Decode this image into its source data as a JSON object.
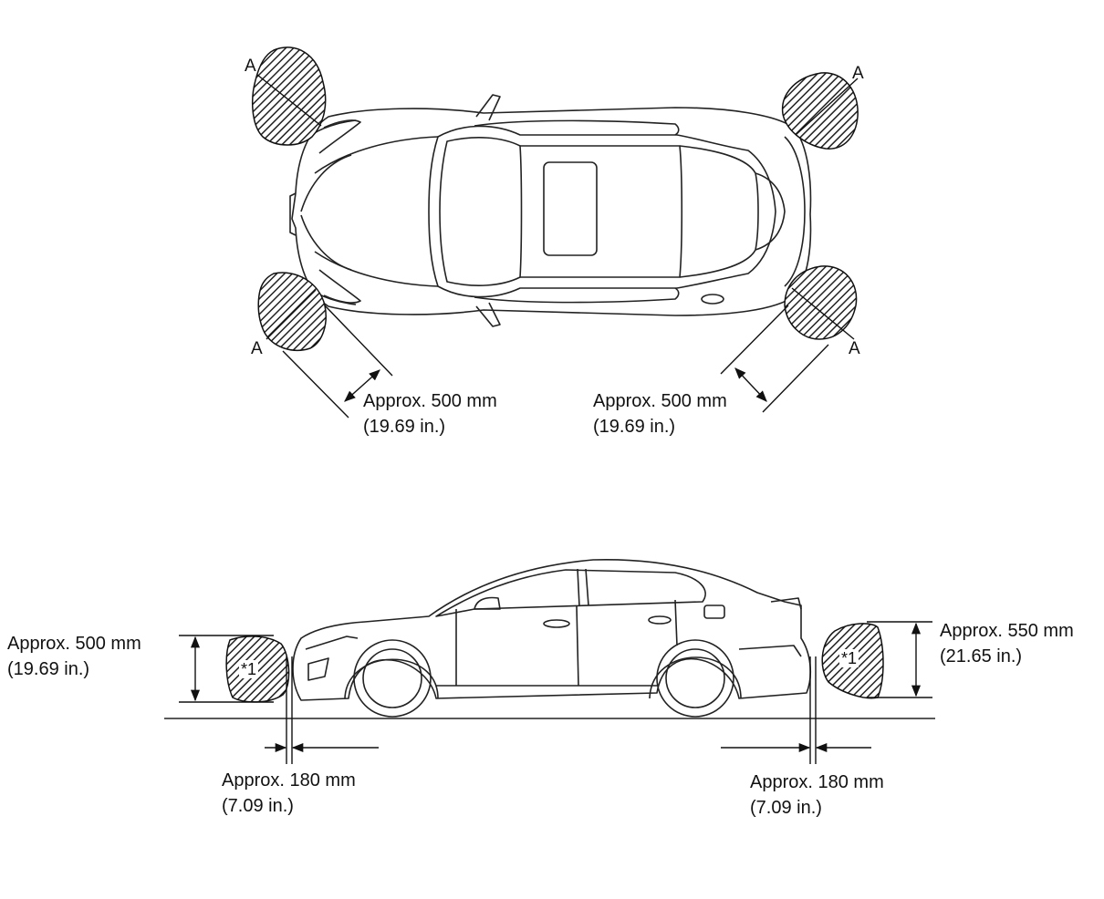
{
  "top_view": {
    "zone_label": "A",
    "dim_front_left": {
      "line1": "Approx. 500 mm",
      "line2": "(19.69 in.)"
    },
    "dim_rear_right": {
      "line1": "Approx. 500 mm",
      "line2": "(19.69 in.)"
    }
  },
  "side_view": {
    "zone_label": "*1",
    "front_height": {
      "line1": "Approx. 500 mm",
      "line2": "(19.69 in.)"
    },
    "rear_height": {
      "line1": "Approx. 550 mm",
      "line2": "(21.65 in.)"
    },
    "front_distance": {
      "line1": "Approx. 180 mm",
      "line2": "(7.09 in.)"
    },
    "rear_distance": {
      "line1": "Approx. 180 mm",
      "line2": "(7.09 in.)"
    }
  }
}
